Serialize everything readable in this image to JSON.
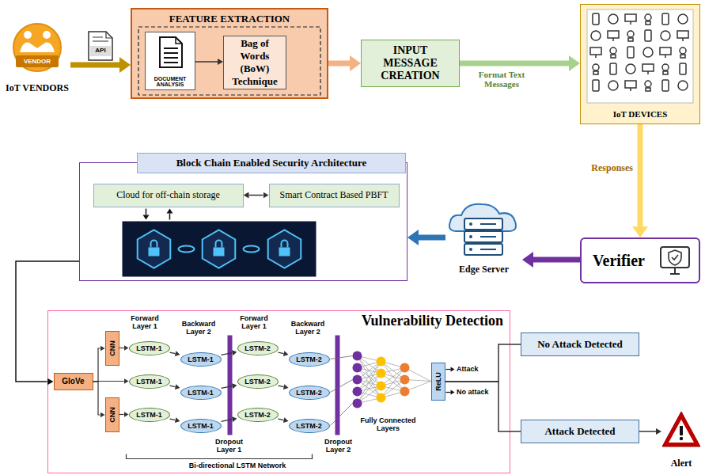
{
  "diagram": {
    "nodes": [
      {
        "text": [
          "VENDOR",
          "IoT VENDORS"
        ]
      },
      {
        "text": [
          "FEATURE EXTRACTION"
        ]
      },
      {
        "text": [
          "DOCUMENT ANALYSIS"
        ],
        "in": 1
      },
      {
        "text": [
          "Bag of Words (BoW) Technique"
        ],
        "in": 1
      },
      {
        "text": [
          "INPUT MESSAGE CREATION"
        ]
      },
      {
        "text": [
          "IoT DEVICES"
        ]
      },
      {
        "text": [
          "Verifier"
        ]
      },
      {
        "text": [
          "Edge Server"
        ]
      },
      {
        "text": [
          "Block Chain Enabled Security Architecture"
        ]
      },
      {
        "text": [
          "Cloud for off-chain storage"
        ],
        "in": 8
      },
      {
        "text": [
          "Smart Contract Based PBFT"
        ],
        "in": 8
      },
      {
        "text": [
          "Vulnerability Detection"
        ]
      },
      {
        "text": [
          "GloVe"
        ],
        "in": 11
      },
      {
        "text": [
          "CNN"
        ],
        "in": 11
      },
      {
        "text": [
          "CNN"
        ],
        "in": 11
      },
      {
        "text": [
          "LSTM-1"
        ],
        "in": 11
      },
      {
        "text": [
          "LSTM-1"
        ],
        "in": 11
      },
      {
        "text": [
          "LSTM-1"
        ],
        "in": 11
      },
      {
        "text": [
          "LSTM-1"
        ],
        "in": 11
      },
      {
        "text": [
          "LSTM-1"
        ],
        "in": 11
      },
      {
        "text": [
          "LSTM-1"
        ],
        "in": 11
      },
      {
        "text": [
          "LSTM-2"
        ],
        "in": 11
      },
      {
        "text": [
          "LSTM-2"
        ],
        "in": 11
      },
      {
        "text": [
          "LSTM-2"
        ],
        "in": 11
      },
      {
        "text": [
          "LSTM-2"
        ],
        "in": 11
      },
      {
        "text": [
          "LSTM-2"
        ],
        "in": 11
      },
      {
        "text": [
          "LSTM-2"
        ],
        "in": 11
      },
      {
        "text": [
          "ReLU"
        ],
        "in": 11
      },
      {
        "text": [
          "No Attack Detected"
        ]
      },
      {
        "text": [
          "Attack Detected"
        ]
      },
      {
        "text": [
          "Alert"
        ]
      }
    ],
    "edges": [
      {
        "from": 0,
        "to": 1,
        "arrow": "to"
      },
      {
        "from": 2,
        "to": 3,
        "arrow": "to"
      },
      {
        "from": 1,
        "to": 4,
        "arrow": "to"
      },
      {
        "from": 4,
        "to": 5,
        "label": "Format Text Messages",
        "arrow": "to"
      },
      {
        "from": 5,
        "to": 6,
        "label": "Responses",
        "arrow": "to"
      },
      {
        "from": 6,
        "to": 7,
        "arrow": "to"
      },
      {
        "from": 7,
        "to": 8,
        "arrow": "to"
      },
      {
        "from": 9,
        "to": 10,
        "arrow": "both"
      },
      {
        "from": 8,
        "to": 12,
        "arrow": "to"
      },
      {
        "from": 12,
        "to": 13,
        "arrow": "to"
      },
      {
        "from": 12,
        "to": 14,
        "arrow": "to"
      },
      {
        "from": 13,
        "to": 15,
        "arrow": "to"
      },
      {
        "from": 12,
        "to": 16,
        "arrow": "to"
      },
      {
        "from": 14,
        "to": 17,
        "arrow": "to"
      },
      {
        "from": 15,
        "to": 18,
        "arrow": "to"
      },
      {
        "from": 16,
        "to": 19,
        "arrow": "to"
      },
      {
        "from": 17,
        "to": 20,
        "arrow": "to"
      },
      {
        "from": 18,
        "to": 21,
        "arrow": "to"
      },
      {
        "from": 19,
        "to": 22,
        "arrow": "to"
      },
      {
        "from": 20,
        "to": 23,
        "arrow": "to"
      },
      {
        "from": 21,
        "to": 24,
        "arrow": "to"
      },
      {
        "from": 22,
        "to": 25,
        "arrow": "to"
      },
      {
        "from": 23,
        "to": 26,
        "arrow": "to"
      },
      {
        "from": 27,
        "to": 28,
        "arrow": "none"
      },
      {
        "from": 27,
        "to": 29,
        "arrow": "none"
      },
      {
        "from": 29,
        "to": 30,
        "arrow": "to"
      }
    ],
    "labels": [
      "API",
      "Forward Layer 1",
      "Backward Layer 2",
      "Forward Layer 1",
      "Backward Layer 2",
      "Dropout Layer 1",
      "Dropout Layer 2",
      "Bi-directional LSTM Network",
      "Fully Connected Layers",
      "Attack",
      "No attack"
    ]
  }
}
